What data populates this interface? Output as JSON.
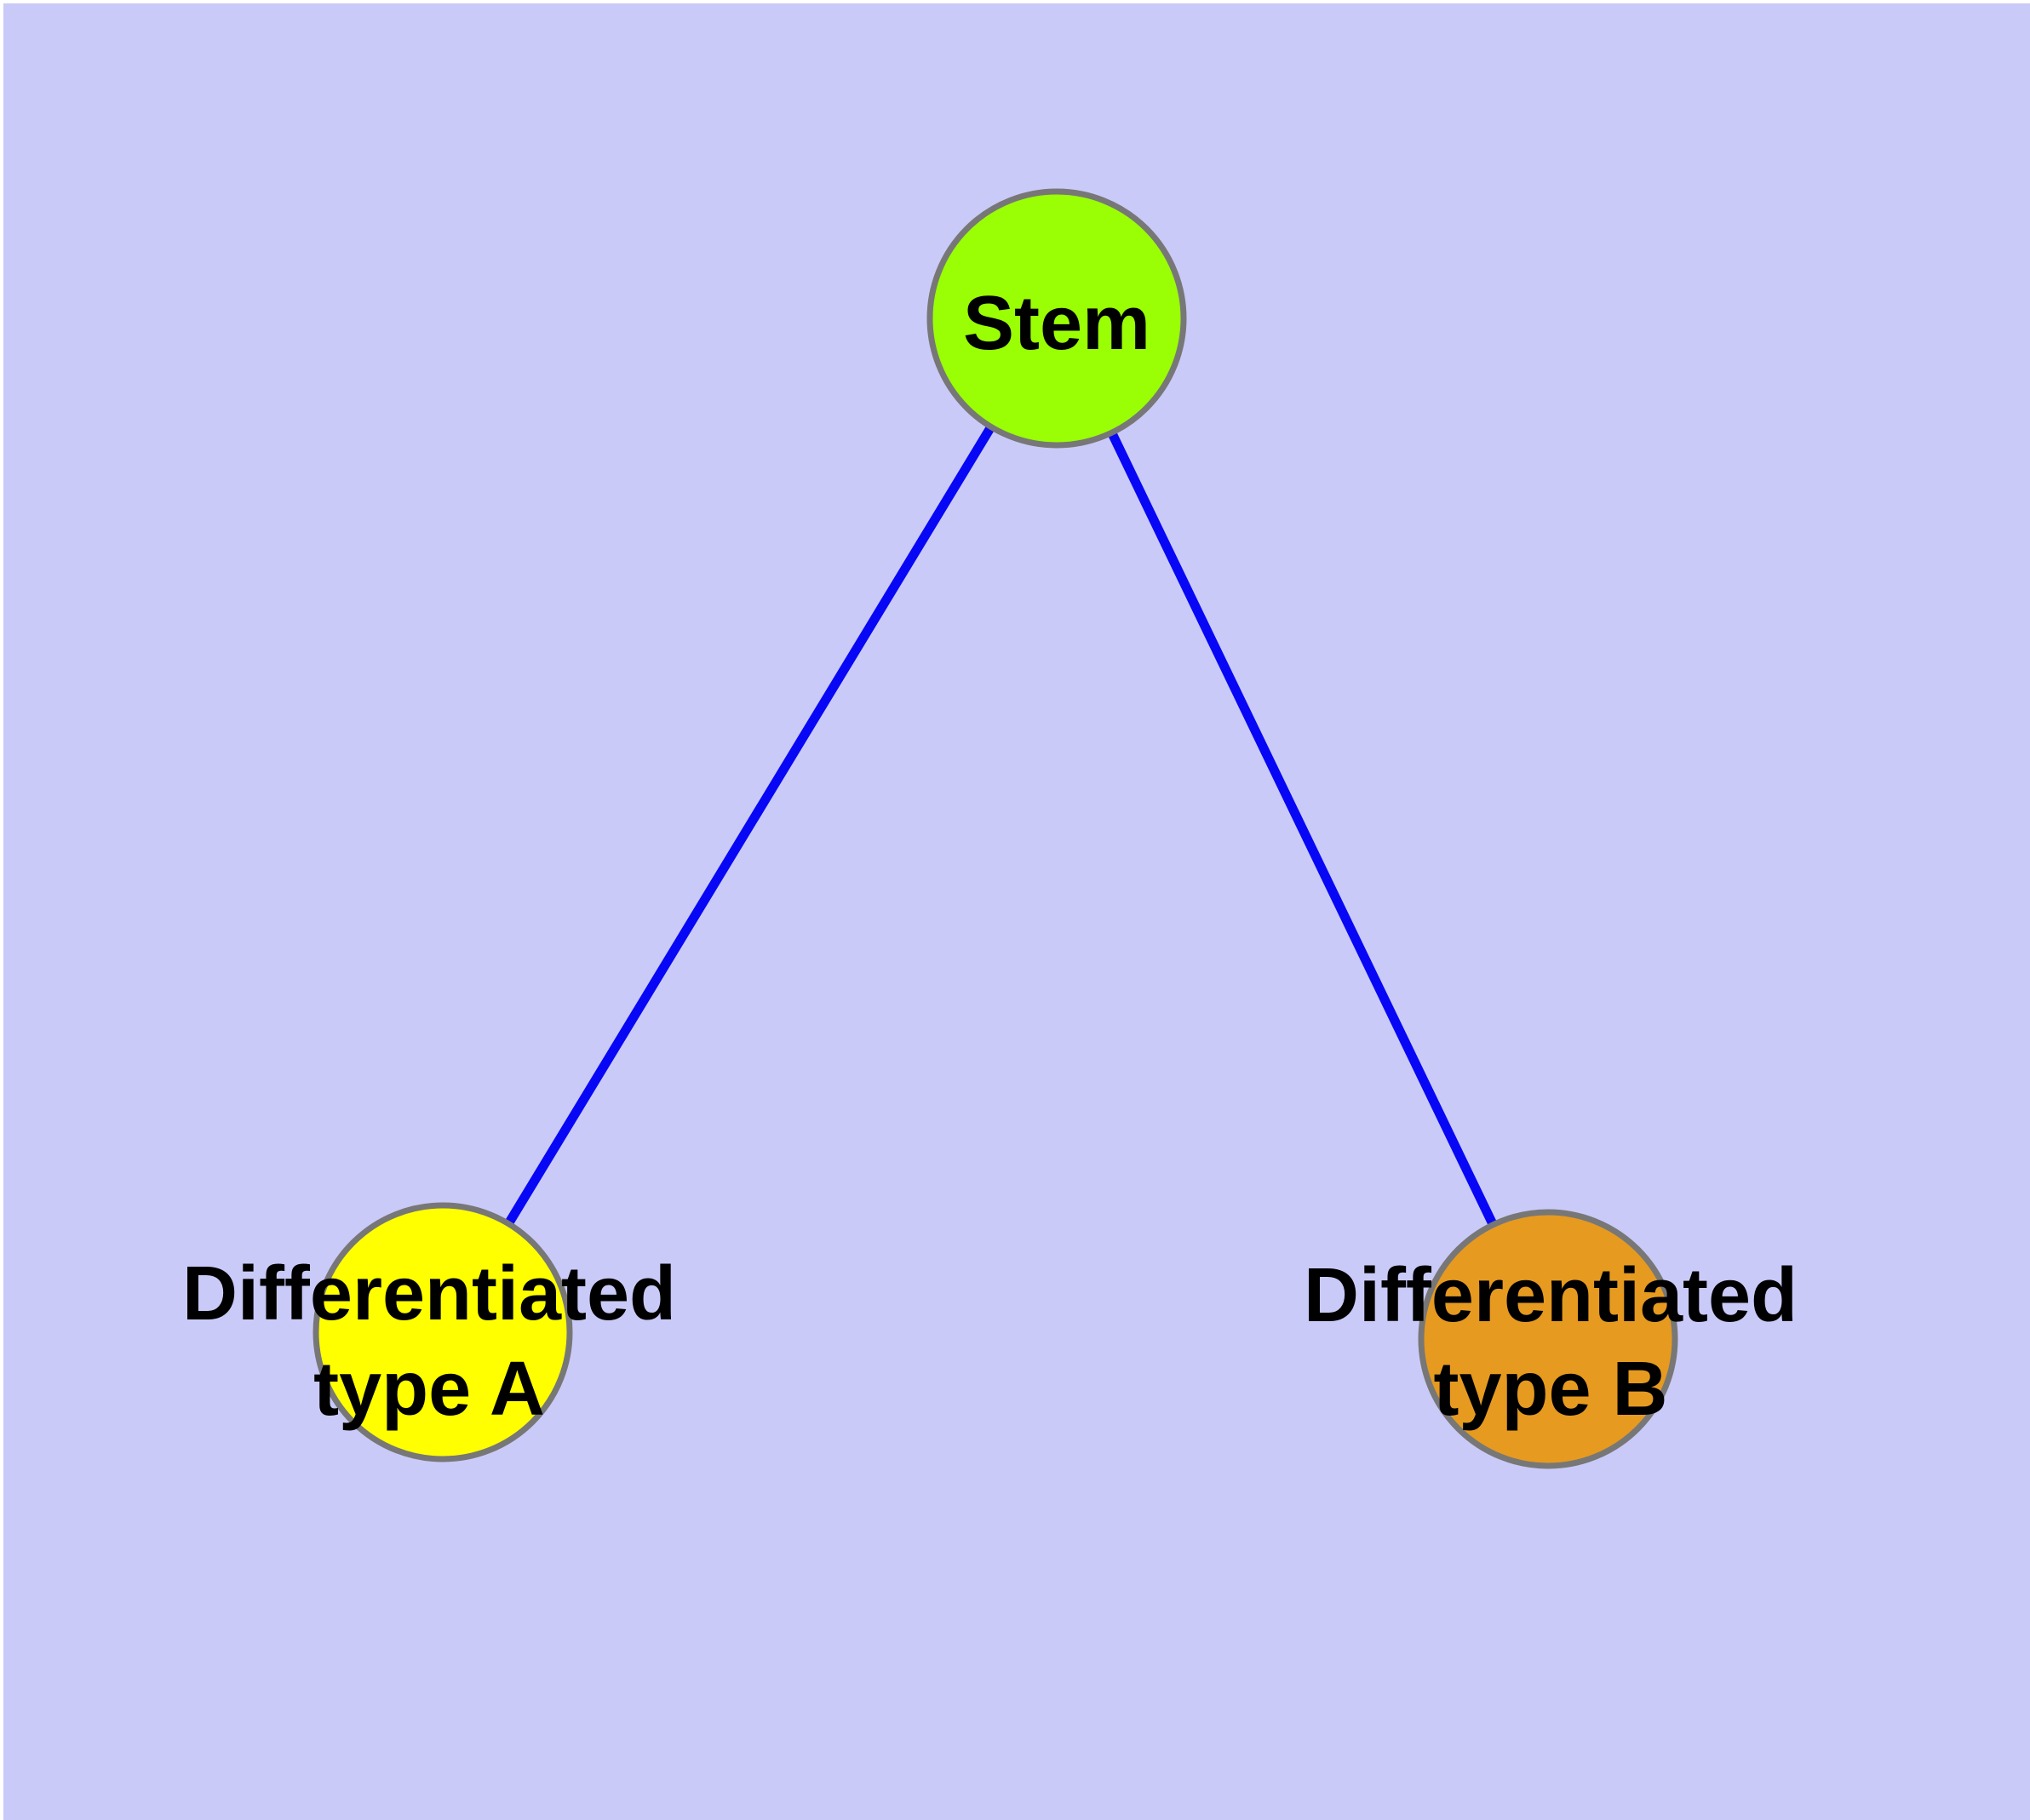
{
  "background_color": "#cacaf8",
  "margin_color": "#ffffff",
  "graph": {
    "text_color": "#000000",
    "node_border_color": "#777777",
    "edge_color": "#0707f5",
    "nodes": [
      {
        "id": "stem",
        "label": "Stem",
        "fill": "#9aff05"
      },
      {
        "id": "differentiated-type-a",
        "label_line1": "Differentiated",
        "label_line2": "type A",
        "fill": "#ffff00"
      },
      {
        "id": "differentiated-type-b",
        "label_line1": "Differentiated",
        "label_line2": "type B",
        "fill": "#e69a20"
      }
    ],
    "edges": [
      {
        "from": "stem",
        "to": "differentiated-type-a"
      },
      {
        "from": "stem",
        "to": "differentiated-type-b"
      }
    ]
  }
}
